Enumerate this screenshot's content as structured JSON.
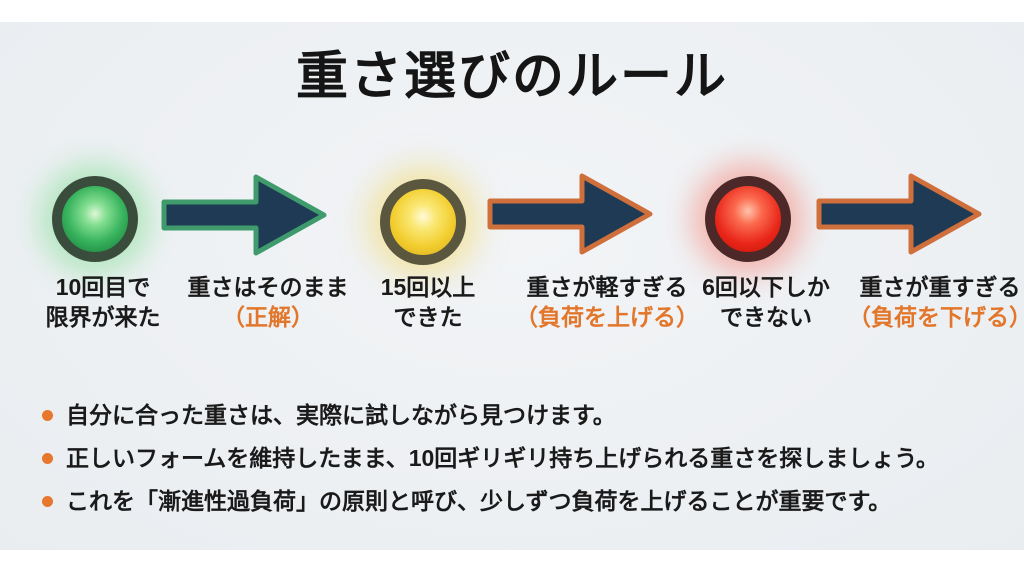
{
  "title": "重さ選びのルール",
  "flow": {
    "steps": [
      {
        "kind": "light",
        "light": "green",
        "label_line1": "10回目で",
        "label_line2": "限界が来た"
      },
      {
        "kind": "arrow",
        "outline": "green",
        "label": "重さはそのまま",
        "note": "（正解）"
      },
      {
        "kind": "light",
        "light": "yellow",
        "label_line1": "15回以上",
        "label_line2": "できた"
      },
      {
        "kind": "arrow",
        "outline": "orange",
        "label": "重さが軽すぎる",
        "note": "（負荷を上げる）"
      },
      {
        "kind": "light",
        "light": "red",
        "label_line1": "6回以下しか",
        "label_line2": "できない"
      },
      {
        "kind": "arrow",
        "outline": "orange",
        "label": "重さが重すぎる",
        "note": "（負荷を下げる）"
      }
    ]
  },
  "bullets": [
    "自分に合った重さは、実際に試しながら見つけます。",
    "正しいフォームを維持したまま、10回ギリギリ持ち上げられる重さを探しましょう。",
    "これを「漸進性過負荷」の原則と呼び、少しずつ負荷を上げることが重要です。"
  ],
  "colors": {
    "background": "#EDF0F3",
    "canvas": "#FFFFFF",
    "text": "#1A1A1A",
    "accent_orange": "#E2772C",
    "bullet_dot": "#E8772E",
    "arrow_navy": "#1F3A54",
    "arrow_outline_green": "#3F9B6C",
    "arrow_outline_orange": "#CF6F3C",
    "light_green": "#2FA755",
    "light_yellow": "#F2CD2E",
    "light_red": "#E42A1E"
  }
}
